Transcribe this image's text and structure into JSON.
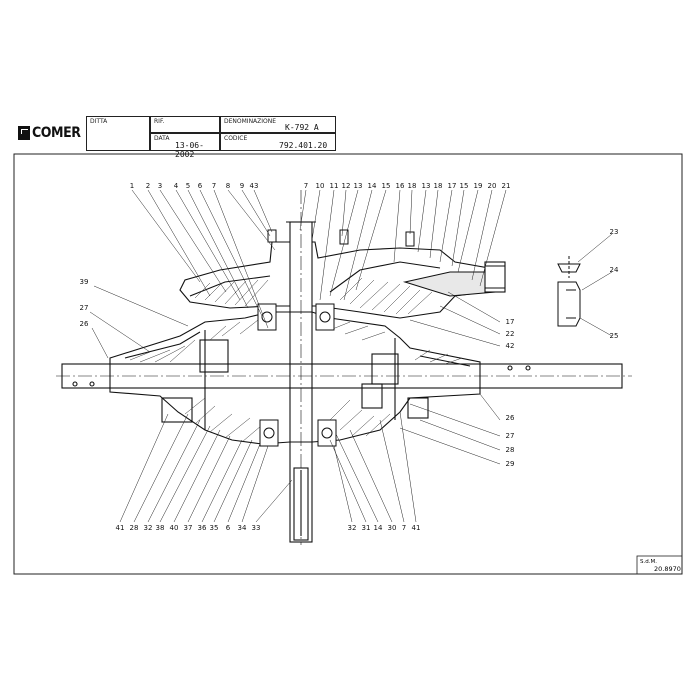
{
  "title_block": {
    "company_name": "COMER",
    "ditta_label": "DITTA",
    "ref_label": "RIF.",
    "denominazione_label": "DENOMINAZIONE",
    "denominazione_value": "K-792 A",
    "data_label": "DATA",
    "data_value": "13-06-2002",
    "codice_label": "CODICE",
    "codice_value": "792.401.20"
  },
  "footer_stamp": {
    "label": "S.d.M.",
    "value": "20.8970"
  },
  "callouts_top": [
    "1",
    "2",
    "3",
    "4",
    "5",
    "6",
    "7",
    "8",
    "9",
    "43",
    "7",
    "10",
    "11",
    "12",
    "13",
    "14",
    "15",
    "16",
    "18",
    "13",
    "18",
    "17",
    "15",
    "19",
    "20",
    "21"
  ],
  "callouts_bottom": [
    "41",
    "28",
    "32",
    "38",
    "40",
    "37",
    "36",
    "35",
    "6",
    "34",
    "33",
    "32",
    "31",
    "14",
    "30",
    "7",
    "41"
  ],
  "callouts_left": [
    "39",
    "27",
    "26"
  ],
  "callouts_right": [
    "17",
    "22",
    "42",
    "26",
    "27",
    "28",
    "29"
  ],
  "callouts_detail": [
    "23",
    "24",
    "25"
  ]
}
